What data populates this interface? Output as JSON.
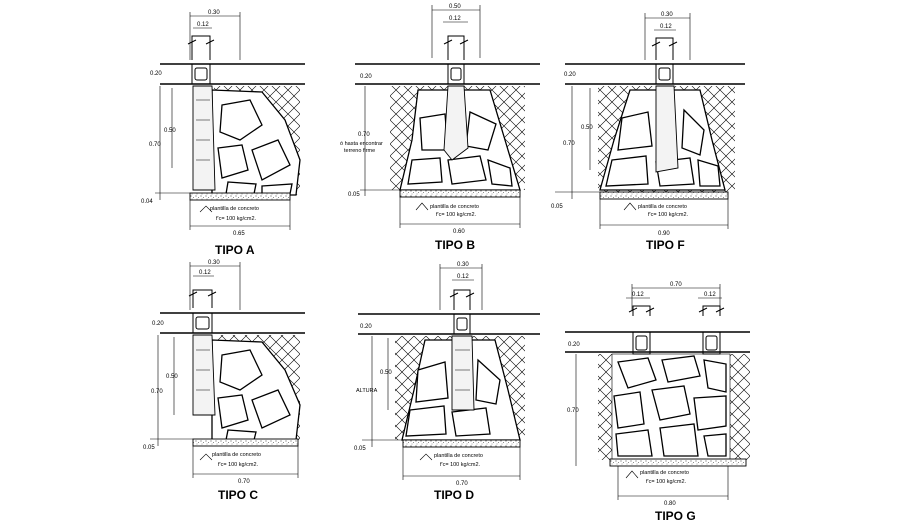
{
  "details": [
    {
      "id": "a",
      "title": "TIPO A",
      "dims": {
        "top_width": "0.30",
        "post_width": "0.12",
        "top_height": "0.20",
        "inner_height": "0.50",
        "height": "0.70",
        "base_height": "0.04",
        "bottom_width": "0.65"
      },
      "note": [
        "plantilla de concreto",
        "f'c= 100 kg/cm2."
      ]
    },
    {
      "id": "b",
      "title": "TIPO B",
      "dims": {
        "top_width": "0.50",
        "post_width": "0.12",
        "top_height": "0.20",
        "inner_height": "0.70",
        "base_height": "0.05",
        "bottom_width": "0.60"
      },
      "side_note": [
        "ó hasta encontrar",
        "terreno firme"
      ],
      "note": [
        "plantilla de concreto",
        "f'c= 100 kg/cm2."
      ]
    },
    {
      "id": "f",
      "title": "TIPO F",
      "dims": {
        "top_width": "0.30",
        "post_width": "0.12",
        "top_height": "0.20",
        "inner_height": "0.50",
        "height": "0.70",
        "base_height": "0.05",
        "bottom_width": "0.90"
      },
      "note": [
        "plantilla de concreto",
        "f'c= 100 kg/cm2."
      ]
    },
    {
      "id": "c",
      "title": "TIPO C",
      "dims": {
        "top_width": "0.30",
        "post_width": "0.12",
        "top_height": "0.20",
        "inner_height": "0.50",
        "height": "0.70",
        "base_height": "0.05",
        "bottom_width": "0.70"
      },
      "note": [
        "plantilla de concreto",
        "f'c= 100 kg/cm2."
      ]
    },
    {
      "id": "d",
      "title": "TIPO D",
      "dims": {
        "top_width": "0.30",
        "post_width": "0.12",
        "top_height": "0.20",
        "inner_height": "0.50",
        "height_label": "ALTURA",
        "base_height": "0.05",
        "bottom_width": "0.70"
      },
      "note": [
        "plantilla de concreto",
        "f'c= 100 kg/cm2."
      ]
    },
    {
      "id": "g",
      "title": "TIPO G",
      "dims": {
        "top_width": "0.70",
        "post_width_left": "0.12",
        "post_width_right": "0.12",
        "top_height": "0.20",
        "height": "0.70",
        "bottom_width": "0.80"
      },
      "note": [
        "plantilla de concreto",
        "f'c= 100 kg/cm2."
      ]
    }
  ]
}
